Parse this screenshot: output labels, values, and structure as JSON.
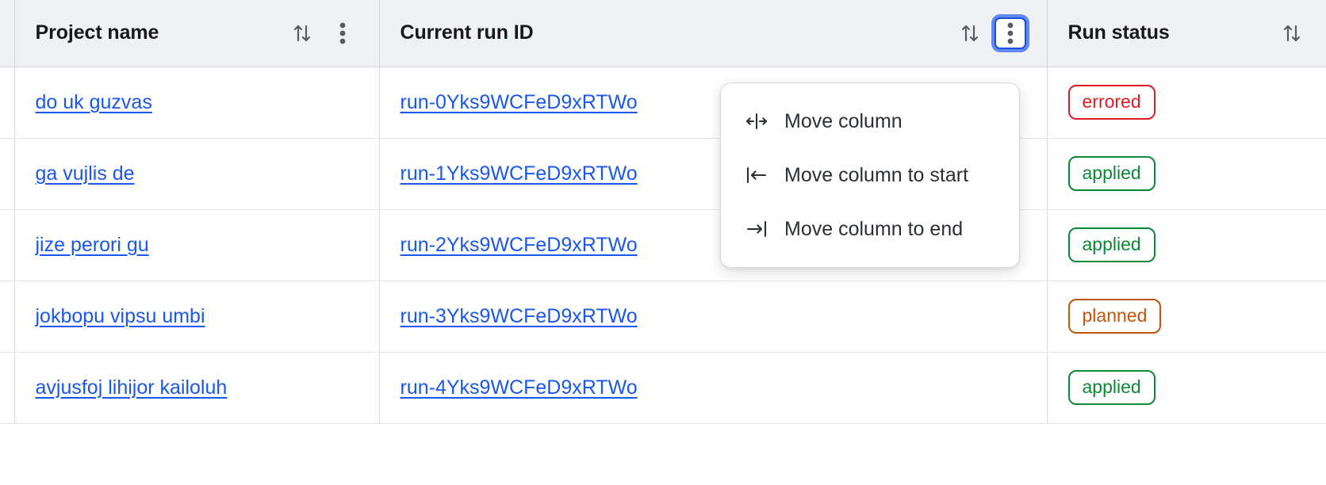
{
  "table": {
    "columns": [
      {
        "label": "Project name",
        "sort_icon": "sort-arrows-icon",
        "has_kebab": true,
        "kebab_focused": false
      },
      {
        "label": "Current run ID",
        "sort_icon": "sort-arrows-icon",
        "has_kebab": true,
        "kebab_focused": true
      },
      {
        "label": "Run status",
        "sort_icon": "sort-arrows-icon",
        "has_kebab": false,
        "kebab_focused": false
      }
    ],
    "rows": [
      {
        "project": "do uk guzvas",
        "run_id": "run-0Yks9WCFeD9xRTWo",
        "status": "errored",
        "status_kind": "errored"
      },
      {
        "project": "ga vujlis de",
        "run_id": "run-1Yks9WCFeD9xRTWo",
        "status": "applied",
        "status_kind": "applied"
      },
      {
        "project": "jize perori gu",
        "run_id": "run-2Yks9WCFeD9xRTWo",
        "status": "applied",
        "status_kind": "applied"
      },
      {
        "project": "jokbopu vipsu umbi",
        "run_id": "run-3Yks9WCFeD9xRTWo",
        "status": "planned",
        "status_kind": "planned"
      },
      {
        "project": "avjusfoj lihijor kailoluh",
        "run_id": "run-4Yks9WCFeD9xRTWo",
        "status": "applied",
        "status_kind": "applied"
      }
    ]
  },
  "column_menu": {
    "items": [
      {
        "label": "Move column",
        "icon": "move-column-icon"
      },
      {
        "label": "Move column to start",
        "icon": "move-to-start-icon"
      },
      {
        "label": "Move column to end",
        "icon": "move-to-end-icon"
      }
    ]
  },
  "colors": {
    "link": "#1a56f0",
    "errored": "#e01b24",
    "applied": "#0a8a33",
    "planned": "#c2540c",
    "focus_ring": "#5f8bf0",
    "header_bg": "#f0f1f3"
  }
}
